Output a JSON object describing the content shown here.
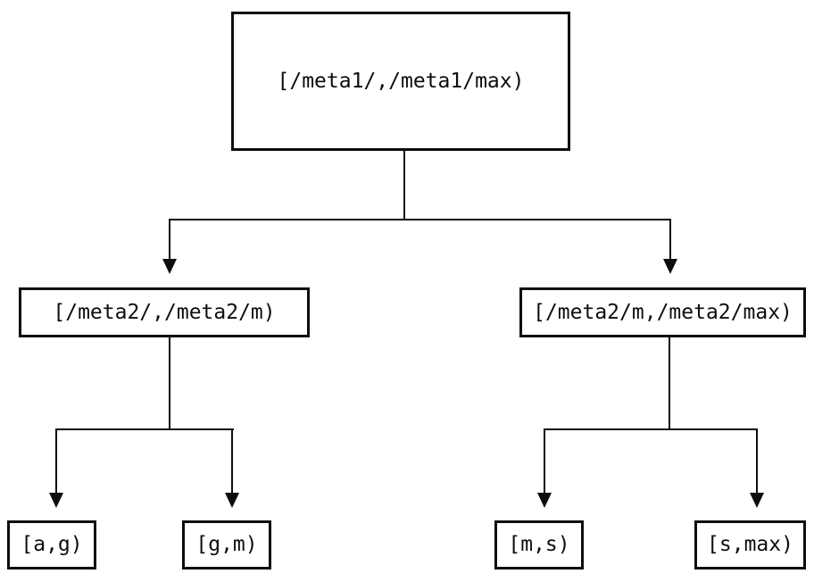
{
  "diagram": {
    "type": "tree",
    "direction": "top-down",
    "colors": {
      "background": "#ffffff",
      "line": "#0d0d0d",
      "text": "#0d0d0d"
    },
    "nodes": {
      "root": {
        "label": "[/meta1/,/meta1/max)"
      },
      "left": {
        "label": "[/meta2/,/meta2/m)"
      },
      "right": {
        "label": "[/meta2/m,/meta2/max)"
      },
      "leaf0": {
        "label": "[a,g)"
      },
      "leaf1": {
        "label": "[g,m)"
      },
      "leaf2": {
        "label": "[m,s)"
      },
      "leaf3": {
        "label": "[s,max)"
      }
    },
    "edges": [
      {
        "from": "[/meta1/,/meta1/max)",
        "to": "[/meta2/,/meta2/m)"
      },
      {
        "from": "[/meta1/,/meta1/max)",
        "to": "[/meta2/m,/meta2/max)"
      },
      {
        "from": "[/meta2/,/meta2/m)",
        "to": "[a,g)"
      },
      {
        "from": "[/meta2/,/meta2/m)",
        "to": "[g,m)"
      },
      {
        "from": "[/meta2/m,/meta2/max)",
        "to": "[m,s)"
      },
      {
        "from": "[/meta2/m,/meta2/max)",
        "to": "[s,max)"
      }
    ]
  }
}
